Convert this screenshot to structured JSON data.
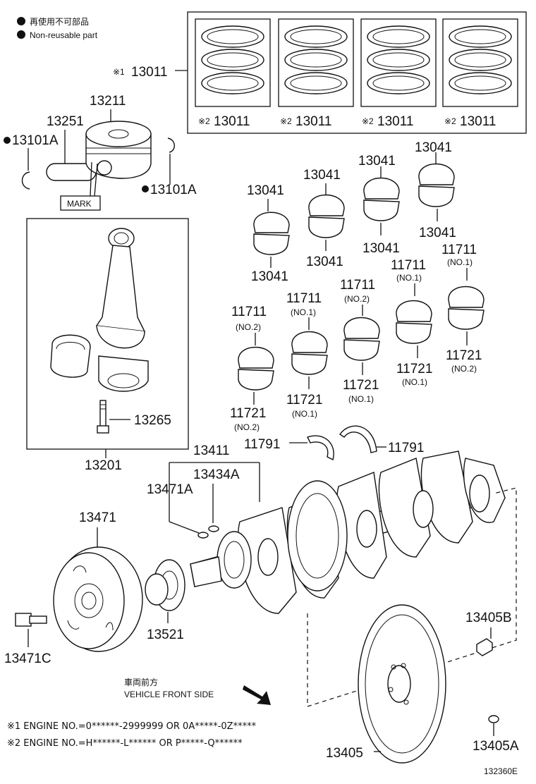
{
  "legend": {
    "non_reusable_jp": "再使用不可部品",
    "non_reusable_en": "Non-reusable part"
  },
  "piston_ring_sets": {
    "main_callout": {
      "prefix": "※1",
      "number": "13011"
    },
    "sets": [
      {
        "prefix": "※2",
        "number": "13011"
      },
      {
        "prefix": "※2",
        "number": "13011"
      },
      {
        "prefix": "※2",
        "number": "13011"
      },
      {
        "prefix": "※2",
        "number": "13011"
      }
    ]
  },
  "piston": {
    "piston_number": "13211",
    "pin_number": "13251",
    "snap_ring_left": "13101A",
    "snap_ring_right": "13101A",
    "mark_label": "MARK"
  },
  "connecting_rod": {
    "assembly_number": "13201",
    "bolt_number": "13265"
  },
  "rod_bearings": [
    "13041",
    "13041",
    "13041",
    "13041",
    "13041",
    "13041",
    "13041",
    "13041"
  ],
  "main_bearings_upper": [
    {
      "number": "11711",
      "grade": "(NO.2)"
    },
    {
      "number": "11711",
      "grade": "(NO.1)"
    },
    {
      "number": "11711",
      "grade": "(NO.2)"
    },
    {
      "number": "11711",
      "grade": "(NO.1)"
    },
    {
      "number": "11711",
      "grade": "(NO.1)"
    }
  ],
  "main_bearings_lower": [
    {
      "number": "11721",
      "grade": "(NO.2)"
    },
    {
      "number": "11721",
      "grade": "(NO.1)"
    },
    {
      "number": "11721",
      "grade": "(NO.1)"
    },
    {
      "number": "11721",
      "grade": "(NO.1)"
    },
    {
      "number": "11721",
      "grade": "(NO.2)"
    }
  ],
  "thrust_washers": [
    "11791",
    "11791"
  ],
  "crankshaft": {
    "assembly_number": "13411",
    "key_a": "13434A",
    "key_b": "13471A"
  },
  "pulley": {
    "number": "13471",
    "bolt": "13471C"
  },
  "timing_gear": {
    "number": "13521"
  },
  "flywheel": {
    "number": "13405",
    "bolt": "13405B",
    "plug": "13405A"
  },
  "direction": {
    "jp": "車両前方",
    "en": "VEHICLE FRONT SIDE"
  },
  "footnotes": [
    "※1  ENGINE NO.=0******-2999999 OR 0A*****-0Z*****",
    "※2  ENGINE NO.=H******-L****** OR P*****-Q******"
  ],
  "illustration_code": "132360E"
}
